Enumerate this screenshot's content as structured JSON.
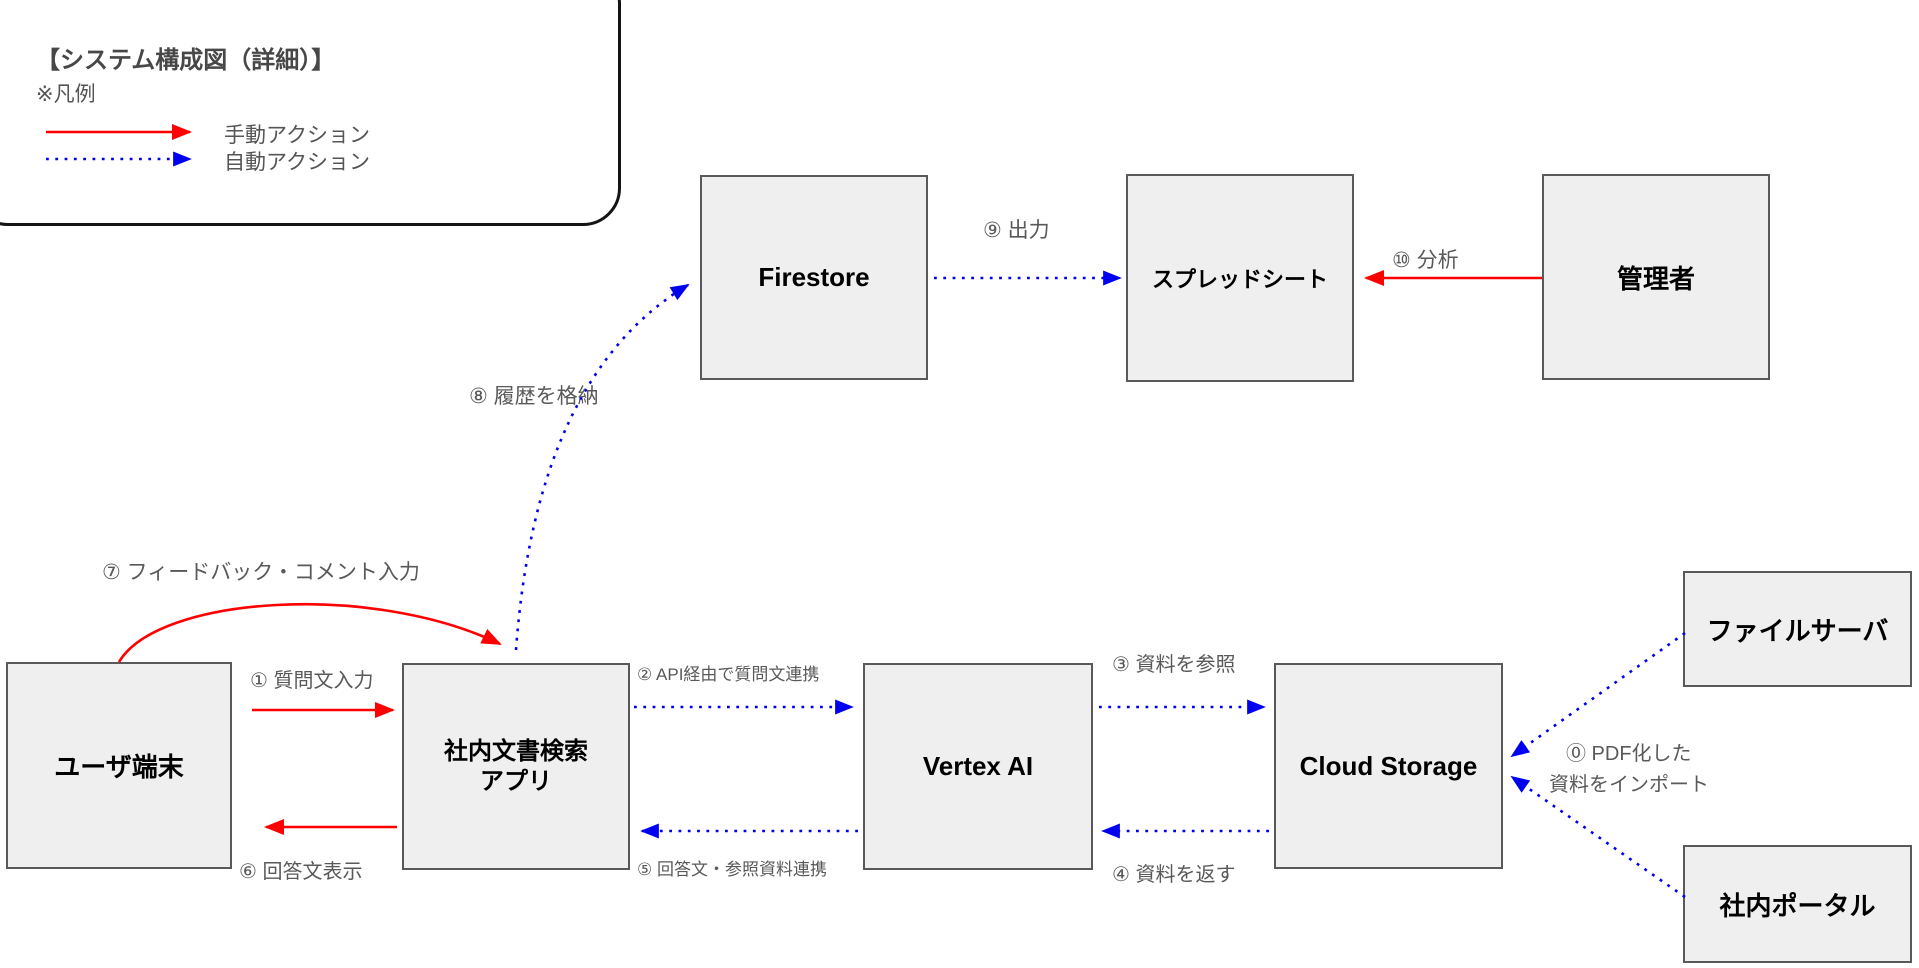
{
  "legend": {
    "title": "【システム構成図（詳細）】",
    "note": "※凡例",
    "items": [
      {
        "label": "手動アクション",
        "type": "manual"
      },
      {
        "label": "自動アクション",
        "type": "auto"
      }
    ]
  },
  "colors": {
    "manual_arrow": "#ff0000",
    "auto_arrow": "#0000f0",
    "node_fill": "#efefef",
    "node_border": "#595959",
    "node_label_text": "#000000",
    "edge_label_text": "#595959",
    "legend_border": "#141414"
  },
  "nodes": {
    "firestore": {
      "label": "Firestore"
    },
    "spreadsheet": {
      "label": "スプレッドシート"
    },
    "admin": {
      "label": "管理者"
    },
    "user_terminal": {
      "label": "ユーザ端末"
    },
    "search_app": {
      "label_line1": "社内文書検索",
      "label_line2": "アプリ"
    },
    "vertex_ai": {
      "label": "Vertex AI"
    },
    "cloud_storage": {
      "label": "Cloud Storage"
    },
    "file_server": {
      "label": "ファイルサーバ"
    },
    "portal": {
      "label": "社内ポータル"
    }
  },
  "edges": {
    "e0": {
      "label_line1": "⓪ PDF化した",
      "label_line2": "資料をインポート",
      "type": "auto",
      "from": "file_server / portal",
      "to": "cloud_storage"
    },
    "e1": {
      "label": "① 質問文入力",
      "type": "manual",
      "from": "user_terminal",
      "to": "search_app"
    },
    "e2": {
      "label": "② API経由で質問文連携",
      "type": "auto",
      "from": "search_app",
      "to": "vertex_ai"
    },
    "e3": {
      "label": "③ 資料を参照",
      "type": "auto",
      "from": "vertex_ai",
      "to": "cloud_storage"
    },
    "e4": {
      "label": "④ 資料を返す",
      "type": "auto",
      "from": "cloud_storage",
      "to": "vertex_ai"
    },
    "e5": {
      "label": "⑤ 回答文・参照資料連携",
      "type": "auto",
      "from": "vertex_ai",
      "to": "search_app"
    },
    "e6": {
      "label": "⑥ 回答文表示",
      "type": "manual",
      "from": "search_app",
      "to": "user_terminal"
    },
    "e7": {
      "label": "⑦ フィードバック・コメント入力",
      "type": "manual",
      "from": "user_terminal",
      "to": "search_app"
    },
    "e8": {
      "label": "⑧ 履歴を格納",
      "type": "auto",
      "from": "search_app",
      "to": "firestore"
    },
    "e9": {
      "label": "⑨ 出力",
      "type": "auto",
      "from": "firestore",
      "to": "spreadsheet"
    },
    "e10": {
      "label": "⑩ 分析",
      "type": "manual",
      "from": "admin",
      "to": "spreadsheet"
    }
  }
}
